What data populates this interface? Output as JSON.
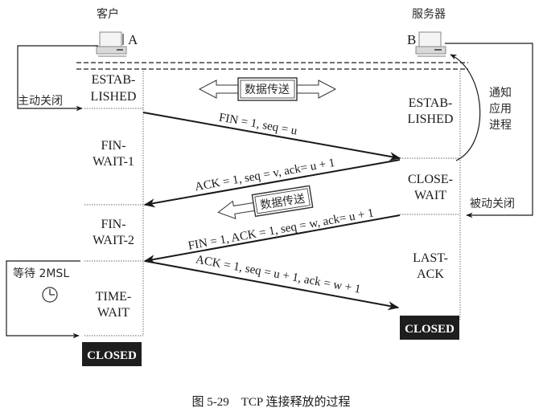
{
  "client": {
    "title": "客户",
    "host_label": "A",
    "active_close_label": "主动关闭",
    "wait_label": "等待 2MSL",
    "states": [
      {
        "line1": "ESTAB-",
        "line2": "LISHED"
      },
      {
        "line1": "FIN-",
        "line2": "WAIT-1"
      },
      {
        "line1": "FIN-",
        "line2": "WAIT-2"
      },
      {
        "line1": "TIME-",
        "line2": "WAIT"
      }
    ],
    "closed_label": "CLOSED"
  },
  "server": {
    "title": "服务器",
    "host_label": "B",
    "notify_label": [
      "通知",
      "应用",
      "进程"
    ],
    "passive_close_label": "被动关闭",
    "states": [
      {
        "line1": "ESTAB-",
        "line2": "LISHED"
      },
      {
        "line1": "CLOSE-",
        "line2": "WAIT"
      },
      {
        "line1": "LAST-",
        "line2": "ACK"
      }
    ],
    "closed_label": "CLOSED"
  },
  "data_transfer": {
    "bidirectional_label": "数据传送",
    "server_to_client_label": "数据传送"
  },
  "messages": [
    {
      "direction": "client-to-server",
      "text": "FIN = 1, seq = u"
    },
    {
      "direction": "server-to-client",
      "text": "ACK = 1, seq = v, ack= u + 1"
    },
    {
      "direction": "server-to-client",
      "text": "FIN = 1, ACK = 1, seq = w, ack= u + 1"
    },
    {
      "direction": "client-to-server",
      "text": "ACK = 1, seq = u + 1, ack = w + 1"
    }
  ],
  "caption": "图 5-29　TCP 连接释放的过程",
  "colors": {
    "line": "#1a1a1a",
    "dotted": "#9a9a9a",
    "closed_bg": "#1e1e1e"
  }
}
